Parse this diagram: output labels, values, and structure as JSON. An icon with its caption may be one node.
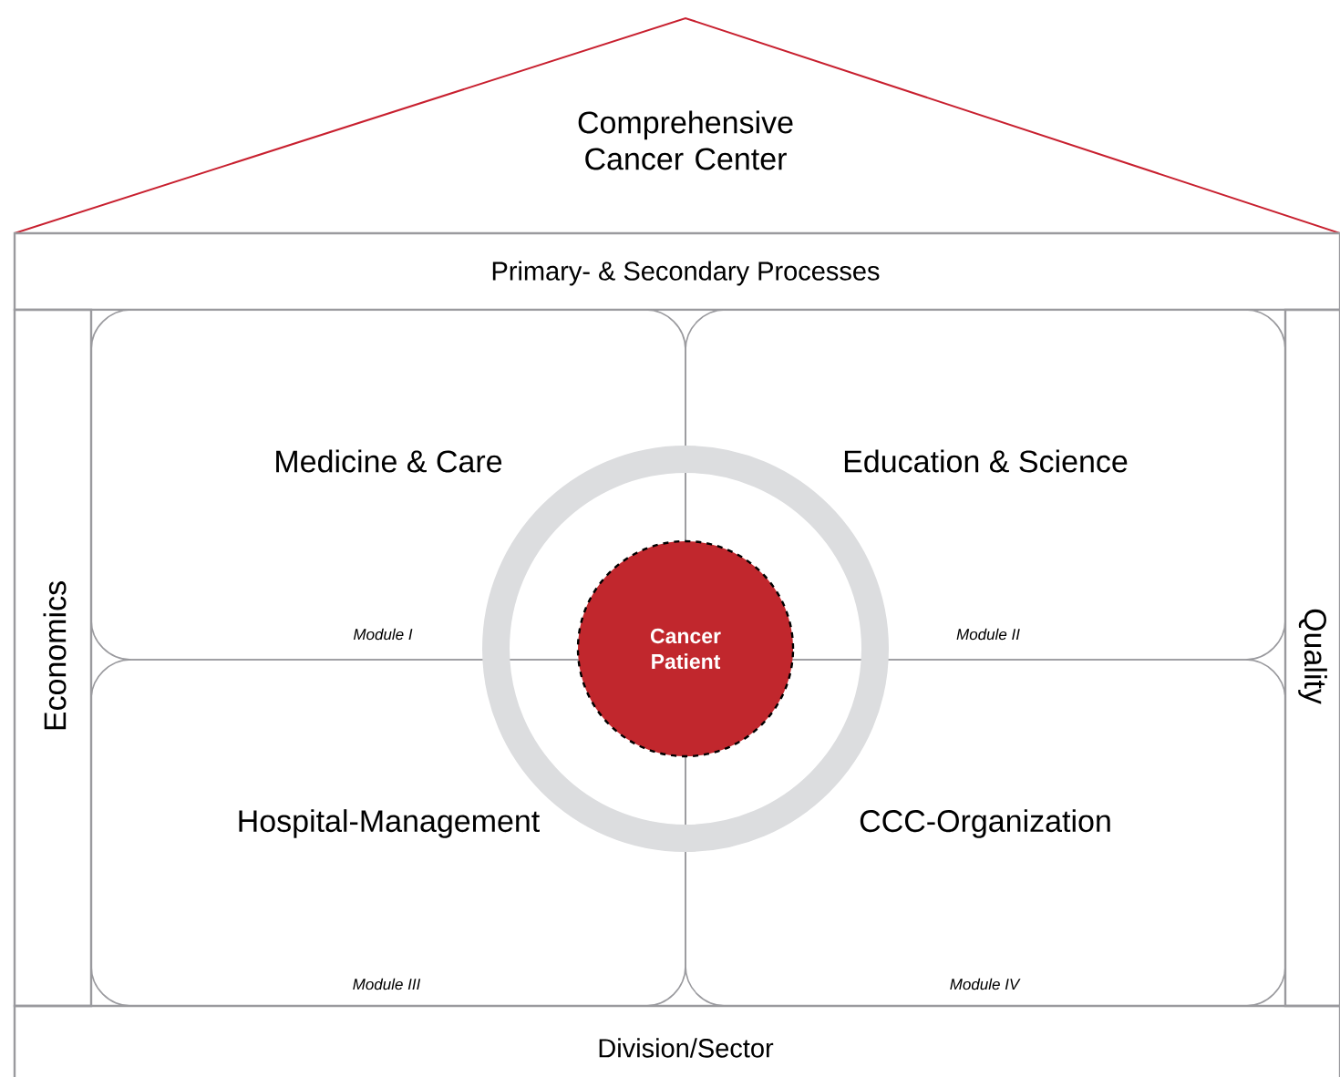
{
  "diagram": {
    "nodes": [
      {
        "text": [
          "Comprehensive Cancer Center"
        ]
      },
      {
        "text": [
          "Primary- & Secondary Processes"
        ]
      },
      {
        "text": [
          "Economics"
        ]
      },
      {
        "text": [
          "Quality"
        ]
      },
      {
        "text": [
          "Medicine & Care",
          "Module I"
        ]
      },
      {
        "text": [
          "Education & Science",
          "Module II"
        ]
      },
      {
        "text": [
          "Hospital-Management",
          "Module III"
        ]
      },
      {
        "text": [
          "CCC-Organization",
          "Module IV"
        ]
      },
      {
        "text": [
          "Cancer Patient"
        ]
      },
      {
        "text": [
          "Division/Sector"
        ]
      }
    ]
  }
}
